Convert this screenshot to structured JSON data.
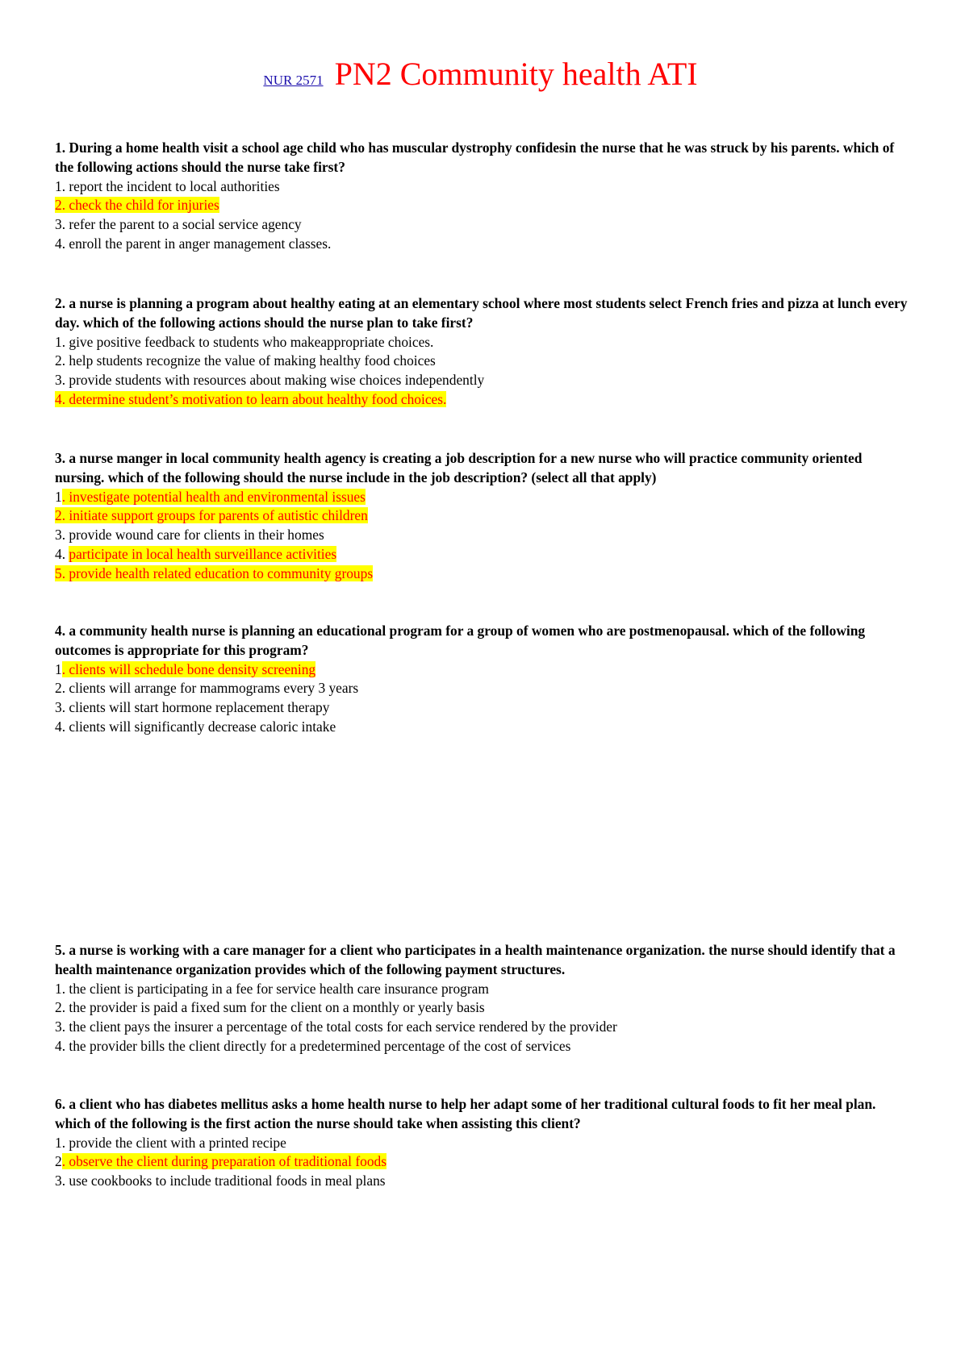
{
  "header": {
    "course_link": "NUR 2571",
    "title": "PN2 Community health ATI"
  },
  "questions": [
    {
      "stem": "1. During a home health visit a school age child who has muscular dystrophy confidesin the nurse that he was struck by his parents. which of the following actions should the nurse take first?",
      "options": [
        {
          "num": "1. ",
          "text": "report the incident to local authorities",
          "highlight": "none"
        },
        {
          "num": "2. ",
          "text": "check the child for injuries",
          "highlight": "full"
        },
        {
          "num": "3. ",
          "text": "refer the parent to a social service agency",
          "highlight": "none"
        },
        {
          "num": "4. ",
          "text": "enroll the parent in anger management classes.",
          "highlight": "none"
        }
      ]
    },
    {
      "stem": "2. a nurse is planning a program about healthy eating at an elementary school where most students select French fries and pizza at lunch every day. which of the following actions should the nurse plan to take first?",
      "options": [
        {
          "num": "1. ",
          "text": "give positive feedback to students who makeappropriate choices.",
          "highlight": "none"
        },
        {
          "num": "2. ",
          "text": "help students recognize the value of making healthy food choices",
          "highlight": "none"
        },
        {
          "num": "3. ",
          "text": "provide students with resources about making wise choices independently",
          "highlight": "none"
        },
        {
          "num": "4. ",
          "text": "determine student’s motivation to learn about healthy food choices.",
          "highlight": "full"
        }
      ]
    },
    {
      "stem": "3. a nurse manger in local community health agency is creating a job description for a new nurse who will practice community oriented nursing. which of the following should the nurse include in the job description? (select all that apply)",
      "options": [
        {
          "num": "1",
          "text": ". investigate potential health and environmental issues",
          "highlight": "text"
        },
        {
          "num": "2. ",
          "text": "initiate support groups for parents of autistic children",
          "highlight": "full"
        },
        {
          "num": "3. ",
          "text": "provide wound care for clients in their homes",
          "highlight": "none"
        },
        {
          "num": "4. ",
          "text": "participate in local health surveillance activities",
          "highlight": "text"
        },
        {
          "num": "5. ",
          "text": "provide health related education to community groups",
          "highlight": "full"
        }
      ]
    },
    {
      "stem": "4. a community health nurse is planning an educational program for a group of women who are postmenopausal. which of the following outcomes is appropriate for this program?",
      "options": [
        {
          "num": "1",
          "text": ". clients will schedule bone density screening",
          "highlight": "text"
        },
        {
          "num": "2. ",
          "text": "clients will arrange for mammograms every 3 years",
          "highlight": "none"
        },
        {
          "num": "3. ",
          "text": "clients will start hormone replacement therapy",
          "highlight": "none"
        },
        {
          "num": "4. ",
          "text": "clients will significantly decrease caloric intake",
          "highlight": "none"
        }
      ]
    },
    {
      "stem": "5. a nurse is working with a care manager for a client who participates in a health maintenance organization. the nurse should identify that a health maintenance organization provides which of the following payment structures.",
      "options": [
        {
          "num": "1. ",
          "text": "the client is participating in a fee for service health care insurance program",
          "highlight": "none"
        },
        {
          "num": "2. ",
          "text": "the provider is paid a fixed sum for the client on a monthly or yearly basis",
          "highlight": "none"
        },
        {
          "num": "3. ",
          "text": "the client pays the insurer a percentage of the total costs for each service rendered by the provider",
          "highlight": "none"
        },
        {
          "num": "4. ",
          "text": "the provider bills the client directly for a predetermined percentage of the cost of services",
          "highlight": "none"
        }
      ]
    },
    {
      "stem": "6. a client who has diabetes mellitus asks a home health nurse to help her adapt some of her traditional cultural foods to fit her meal plan. which of the following is the first action the nurse should take when assisting this client?",
      "options": [
        {
          "num": "1. ",
          "text": "provide the client with a printed recipe",
          "highlight": "none"
        },
        {
          "num": "2",
          "text": ". observe the client during preparation of traditional foods",
          "highlight": "text"
        },
        {
          "num": "3. ",
          "text": "use cookbooks to include traditional foods in meal plans",
          "highlight": "none"
        }
      ]
    }
  ]
}
